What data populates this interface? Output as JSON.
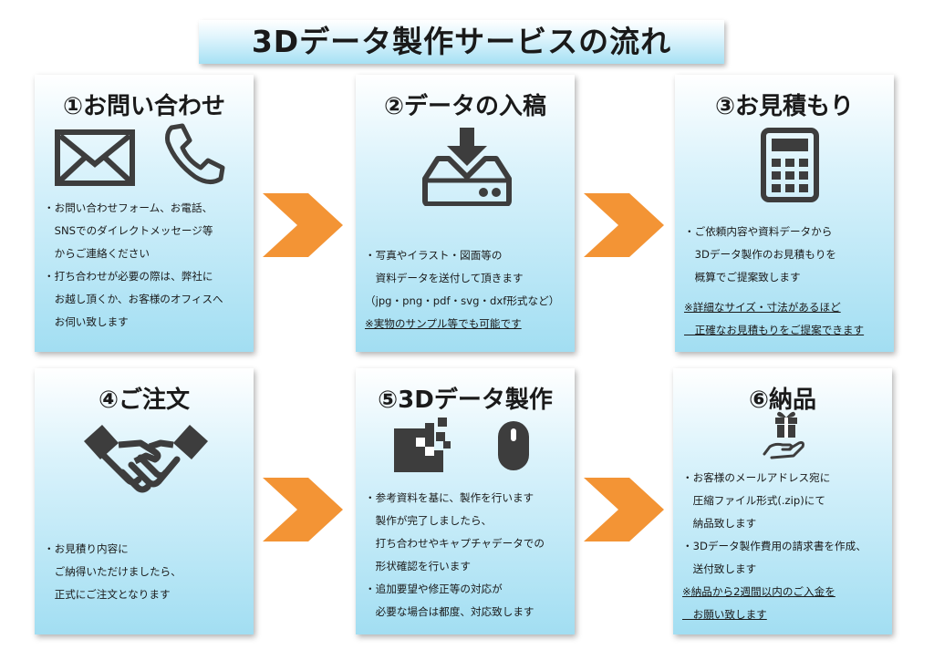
{
  "title": "3Dデータ製作サービスの流れ",
  "colors": {
    "arrow": "#f39435",
    "icon": "#3d3d3d"
  },
  "steps": [
    {
      "heading": "①お問い合わせ",
      "icons": [
        "envelope-icon",
        "phone-icon"
      ],
      "lines": [
        "・お問い合わせフォーム、お電話、",
        "　SNSでのダイレクトメッセージ等",
        "　からご連絡ください",
        "・打ち合わせが必要の際は、弊社に",
        "　お越し頂くか、お客様のオフィスへ",
        "　お伺い致します"
      ],
      "notes": []
    },
    {
      "heading": "②データの入稿",
      "icons": [
        "upload-drive-icon"
      ],
      "lines": [
        "・写真やイラスト・図面等の",
        "　資料データを送付して頂きます",
        "（jpg・png・pdf・svg・dxf形式など）"
      ],
      "notes": [
        "※実物のサンプル等でも可能です"
      ]
    },
    {
      "heading": "③お見積もり",
      "icons": [
        "calculator-icon"
      ],
      "lines": [
        "・ご依頼内容や資料データから",
        "　3Dデータ製作のお見積もりを",
        "　概算でご提案致します"
      ],
      "notes": [
        "※詳細なサイズ・寸法があるほど",
        "　正確なお見積もりをご提案できます"
      ]
    },
    {
      "heading": "④ご注文",
      "icons": [
        "handshake-icon"
      ],
      "lines": [
        "・お見積り内容に",
        "　ご納得いただけましたら、",
        "　正式にご注文となります"
      ],
      "notes": []
    },
    {
      "heading": "⑤3Dデータ製作",
      "icons": [
        "pixel-blocks-icon",
        "mouse-icon"
      ],
      "lines": [
        "・参考資料を基に、製作を行います",
        "　製作が完了しましたら、",
        "　打ち合わせやキャプチャデータでの",
        "　形状確認を行います",
        "・追加要望や修正等の対応が",
        "　必要な場合は都度、対応致します"
      ],
      "notes": []
    },
    {
      "heading": "⑥納品",
      "icons": [
        "gift-hand-icon"
      ],
      "lines": [
        "・お客様のメールアドレス宛に",
        "　圧縮ファイル形式(.zip)にて",
        "　納品致します",
        "・3Dデータ製作費用の請求書を作成、",
        "　送付致します"
      ],
      "notes": [
        "※納品から2週間以内のご入金を",
        "　お願い致します"
      ]
    }
  ]
}
